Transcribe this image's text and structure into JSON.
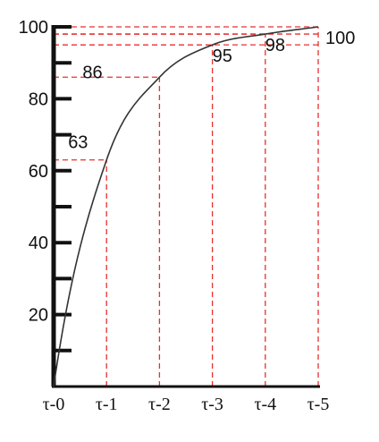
{
  "chart_data": {
    "type": "line",
    "title": "",
    "xlabel": "",
    "ylabel": "",
    "x": [
      "τ-0",
      "τ-1",
      "τ-2",
      "τ-3",
      "τ-4",
      "τ-5"
    ],
    "values": [
      0,
      63,
      86,
      95,
      98,
      100
    ],
    "data_labels": [
      "",
      "63",
      "86",
      "95",
      "98",
      "100"
    ],
    "y_ticks": [
      "20",
      "40",
      "60",
      "80",
      "100"
    ],
    "y_tick_values": [
      20,
      40,
      60,
      80,
      100
    ],
    "minor_tick_values": [
      10,
      30,
      50,
      70,
      90
    ],
    "ylim": [
      0,
      100
    ],
    "grid": false,
    "legend": false,
    "line_color": "#333333",
    "guide_color": "#e8302e",
    "axis_color": "#111111"
  }
}
